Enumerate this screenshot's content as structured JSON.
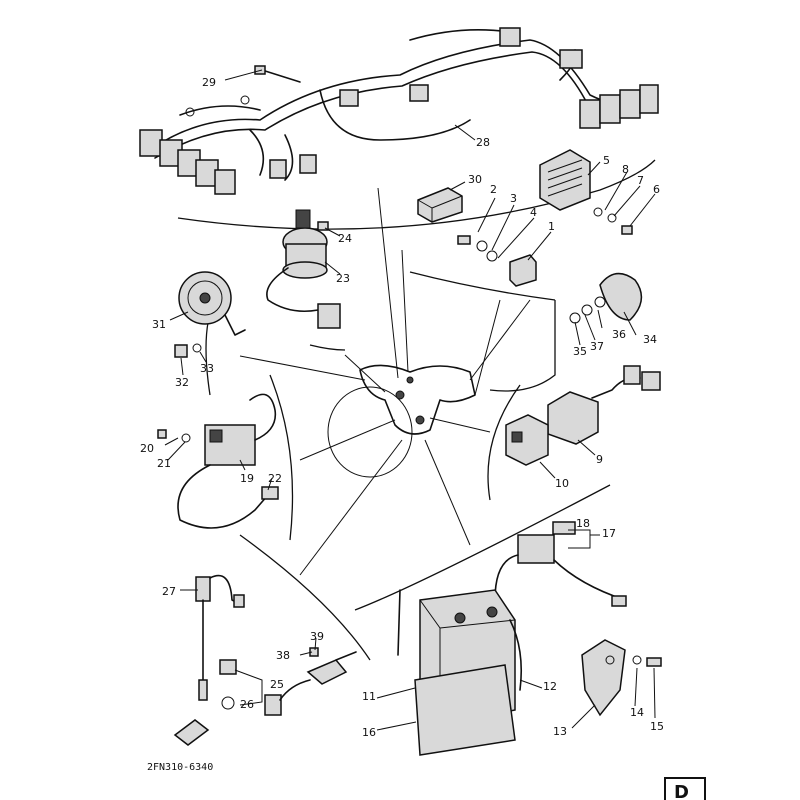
{
  "diagram": {
    "drawing_code": "2FN310-6340",
    "corner_mark": "D",
    "callouts": {
      "c1": "1",
      "c2": "2",
      "c3": "3",
      "c4": "4",
      "c5": "5",
      "c6": "6",
      "c7": "7",
      "c8": "8",
      "c9": "9",
      "c10": "10",
      "c11": "11",
      "c12": "12",
      "c13": "13",
      "c14": "14",
      "c15": "15",
      "c16": "16",
      "c17": "17",
      "c18": "18",
      "c19": "19",
      "c20": "20",
      "c21": "21",
      "c22": "22",
      "c23": "23",
      "c24": "24",
      "c25": "25",
      "c26": "26",
      "c27": "27",
      "c28": "28",
      "c29": "29",
      "c30": "30",
      "c31": "31",
      "c32": "32",
      "c33": "33",
      "c34": "34",
      "c35": "35",
      "c36": "36",
      "c37": "37",
      "c38": "38",
      "c39": "39"
    }
  }
}
